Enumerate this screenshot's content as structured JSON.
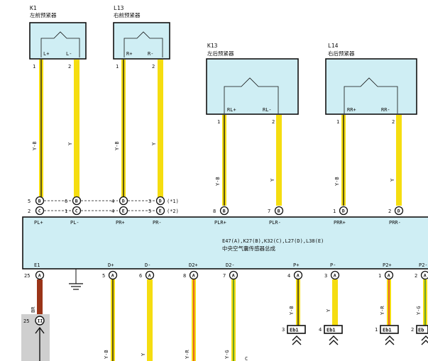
{
  "colors": {
    "module_fill": "#cfeef4",
    "wire_yellow": "#f5dd10",
    "wire_brown": "#9a3418",
    "wire_red": "#e23a2a",
    "wire_green": "#3f8f2c",
    "ground_box": "#cfcfcf"
  },
  "components": [
    {
      "id": "k1",
      "code": "K1",
      "name": "左前预紧器",
      "pins": [
        "L+",
        "L-"
      ]
    },
    {
      "id": "l13",
      "code": "L13",
      "name": "右前预紧器",
      "pins": [
        "R+",
        "R-"
      ]
    },
    {
      "id": "k13",
      "code": "K13",
      "name": "左后预紧器",
      "pins": [
        "RL+",
        "RL-"
      ]
    },
    {
      "id": "l14",
      "code": "L14",
      "name": "右后预紧器",
      "pins": [
        "RR+",
        "RR-"
      ]
    }
  ],
  "module": {
    "codes": "E47(A),K27(B),K32(C),L27(D),L38(E)",
    "name": "中央空气囊传感器总成",
    "top_pins": [
      "PL+",
      "PL-",
      "PR+",
      "PR-",
      "PLR+",
      "PLR-",
      "PRR+",
      "PRR-"
    ],
    "bottom_pins": [
      "E1",
      "D+",
      "D-",
      "D2+",
      "D2-",
      "P+",
      "P-",
      "P2+",
      "P2-"
    ]
  },
  "pin_numbers": {
    "k1_pin1": "1",
    "k1_pin2": "2",
    "l13_pin1": "1",
    "l13_pin2": "2",
    "k13_pin1": "1",
    "k13_pin2": "2",
    "l14_pin1": "1",
    "l14_pin2": "2"
  },
  "wire_colors": {
    "k1_w1": "Y-B",
    "k1_w2": "Y",
    "l13_w1": "Y-B",
    "l13_w2": "Y",
    "k13_w1": "Y-B",
    "k13_w2": "Y",
    "l14_w1": "Y-B",
    "l14_w2": "Y",
    "e1": "BR",
    "dplus": "Y-B",
    "dminus": "Y",
    "d2plus": "Y-R",
    "d2minus": "Y-G",
    "pplus": "Y-B",
    "pminus": "Y",
    "p2plus": "Y-R",
    "p2minus": "Y-G"
  },
  "connectors_top": [
    {
      "id": "c1",
      "num_l": "5",
      "letter": "B",
      "num_r": "6",
      "letter2": "B"
    },
    {
      "id": "c2",
      "num_l": "2",
      "letter": "C",
      "num_r": "1",
      "letter2": "C"
    },
    {
      "id": "c3",
      "num_l": "4",
      "letter": "D",
      "num_r": "3",
      "letter2": "D",
      "note": "(*1)"
    },
    {
      "id": "c4",
      "num_l": "4",
      "letter": "E",
      "num_r": "5",
      "letter2": "E",
      "note": "(*2)"
    }
  ],
  "rear_connectors": [
    {
      "id": "plr",
      "num": "8",
      "letter": "B"
    },
    {
      "id": "plrm",
      "num": "7",
      "letter": "B"
    },
    {
      "id": "prr",
      "num": "1",
      "letter": "D"
    },
    {
      "id": "prrm",
      "num": "2",
      "letter": "D"
    }
  ],
  "bottom_connectors": [
    {
      "id": "e1",
      "num": "25",
      "letter": "A"
    },
    {
      "id": "dp",
      "num": "5",
      "letter": "A"
    },
    {
      "id": "dm",
      "num": "6",
      "letter": "A"
    },
    {
      "id": "d2p",
      "num": "8",
      "letter": "A"
    },
    {
      "id": "d2m",
      "num": "7",
      "letter": "A"
    },
    {
      "id": "pp",
      "num": "4",
      "letter": "A"
    },
    {
      "id": "pm",
      "num": "3",
      "letter": "A"
    },
    {
      "id": "p2p",
      "num": "1",
      "letter": "A"
    },
    {
      "id": "p2m",
      "num": "2",
      "letter": "A"
    }
  ],
  "ground_conn": {
    "num": "25",
    "code": "II"
  },
  "eb": [
    {
      "num": "3",
      "label": "Eb1"
    },
    {
      "num": "4",
      "label": "Eb1"
    },
    {
      "num": "1",
      "label": "Eb1"
    },
    {
      "num": "2",
      "label": "Eb"
    }
  ],
  "fragment_c": "C"
}
